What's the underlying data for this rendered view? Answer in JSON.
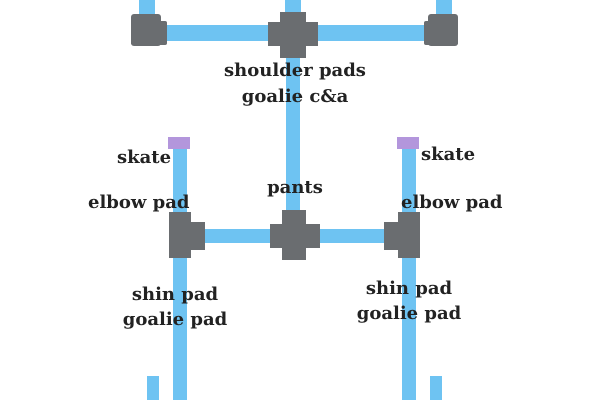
{
  "colors": {
    "pipe": "#6EC3F2",
    "fitting": "#6A6D70",
    "cap": "#B396DC",
    "label": "#222222",
    "background": "#FFFFFF"
  },
  "labels": {
    "shoulder_pads": "shoulder pads",
    "goalie_ca": "goalie c&a",
    "pants": "pants",
    "skate_left": "skate",
    "skate_right": "skate",
    "elbow_pad_left": "elbow pad",
    "elbow_pad_right": "elbow pad",
    "shin_pad_left": "shin pad",
    "goalie_pad_left": "goalie pad",
    "shin_pad_right": "shin pad",
    "goalie_pad_right": "goalie pad"
  }
}
